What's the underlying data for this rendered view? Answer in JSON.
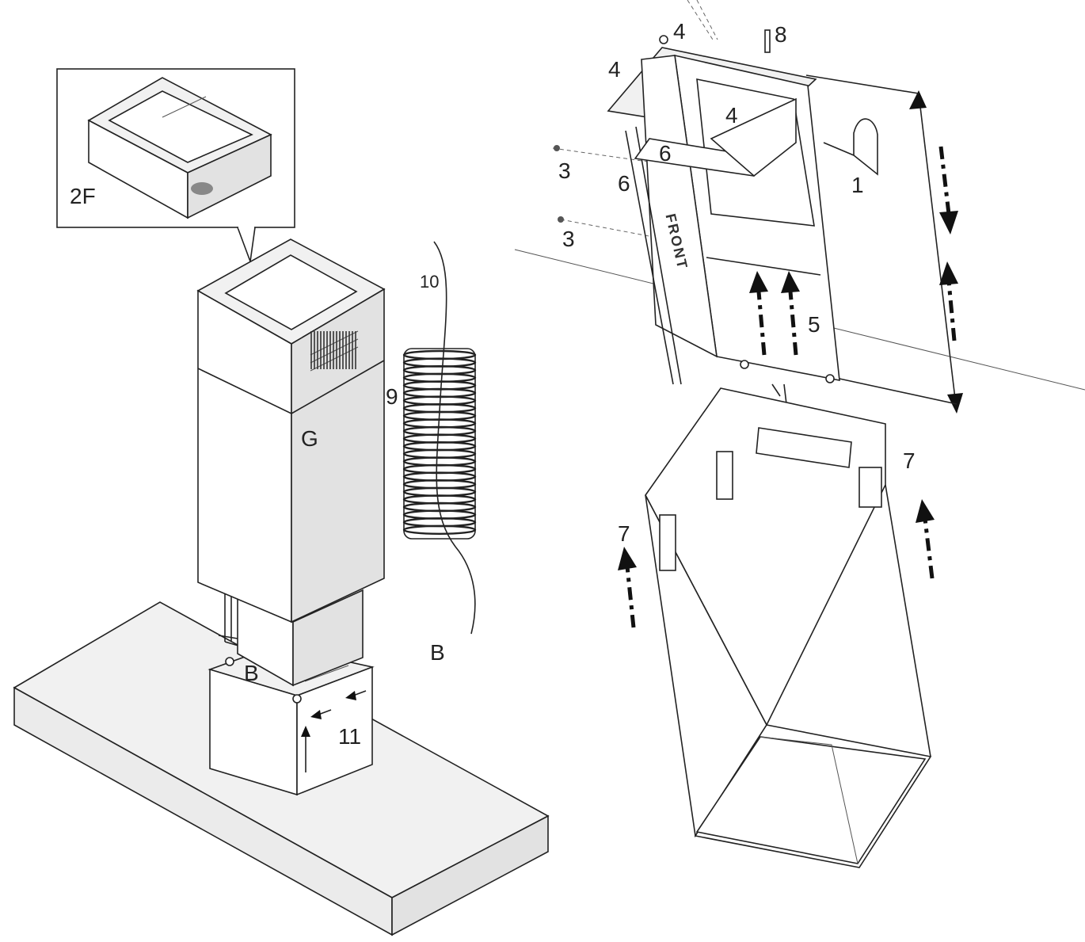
{
  "callouts": {
    "c_2f": "2F",
    "c_g": "G",
    "c_9": "9",
    "c_10": "10",
    "c_b_left": "B",
    "c_b_right": "B",
    "c_11": "11",
    "c_1": "1",
    "c_3_top": "3",
    "c_3_bottom": "3",
    "c_4_top": "4",
    "c_4_left": "4",
    "c_4_center": "4",
    "c_5": "5",
    "c_6_inner": "6",
    "c_6_outer": "6",
    "c_7_right": "7",
    "c_7_left": "7",
    "c_8": "8",
    "front_mark": "FRONT"
  }
}
